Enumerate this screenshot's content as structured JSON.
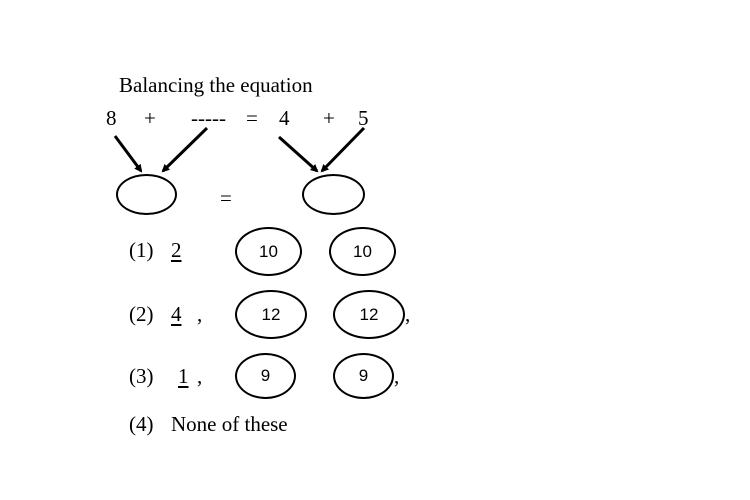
{
  "title": "Balancing the equation",
  "equation": {
    "left_number": "8",
    "plus_left": "+",
    "blank": "-----",
    "equals": "=",
    "right_first": "4",
    "plus_right": "+",
    "right_second": "5"
  },
  "diagram": {
    "equals": "="
  },
  "options": [
    {
      "label": "(1)",
      "answer": "2",
      "trailing_comma": "",
      "left_value": "10",
      "right_value": "10",
      "end_comma": ""
    },
    {
      "label": "(2)",
      "answer": "4",
      "trailing_comma": ",",
      "left_value": "12",
      "right_value": "12",
      "end_comma": ","
    },
    {
      "label": "(3)",
      "answer": "1",
      "trailing_comma": ",",
      "left_value": "9",
      "right_value": "9",
      "end_comma": ","
    },
    {
      "label": "(4)",
      "text": "None of these"
    }
  ]
}
